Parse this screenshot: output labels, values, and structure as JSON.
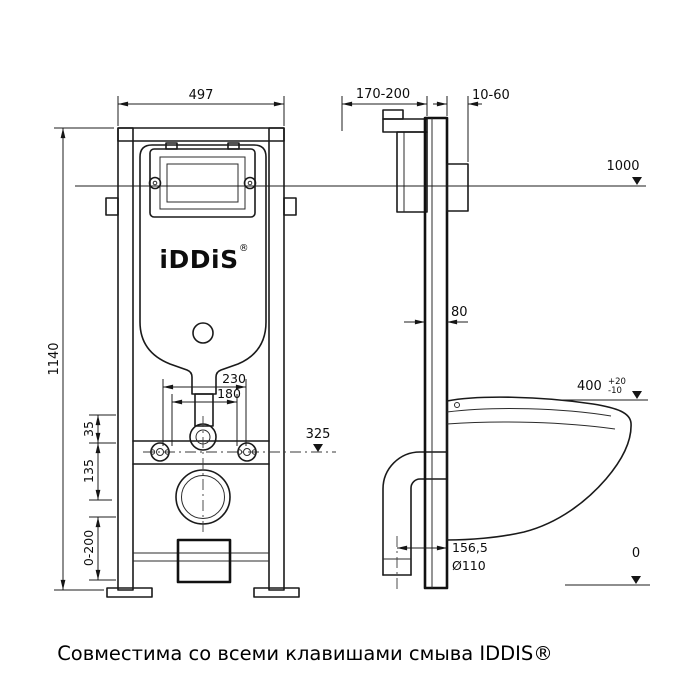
{
  "caption": "Совместима со всеми клавишами смыва IDDIS®",
  "logo": {
    "text": "iDDiS",
    "reg": "®"
  },
  "colors": {
    "line": "#1a1a1a",
    "background": "#ffffff"
  },
  "front_view": {
    "dim_width": "497",
    "dim_height": "1140",
    "dim_bolt_outer": "230",
    "dim_bolt_inner": "180",
    "dim_35": "35",
    "dim_135": "135",
    "dim_flush_height": "325",
    "dim_leg_range": "0-200"
  },
  "side_view": {
    "dim_depth": "170-200",
    "dim_wall_gap": "10-60",
    "dim_plate_height": "1000",
    "dim_profile": "80",
    "dim_bowl_height": "400",
    "dim_bowl_tol_plus": "+20",
    "dim_bowl_tol_minus": "-10",
    "dim_drain_offset": "156,5",
    "dim_drain_diameter": "Ø110",
    "dim_floor": "0"
  }
}
